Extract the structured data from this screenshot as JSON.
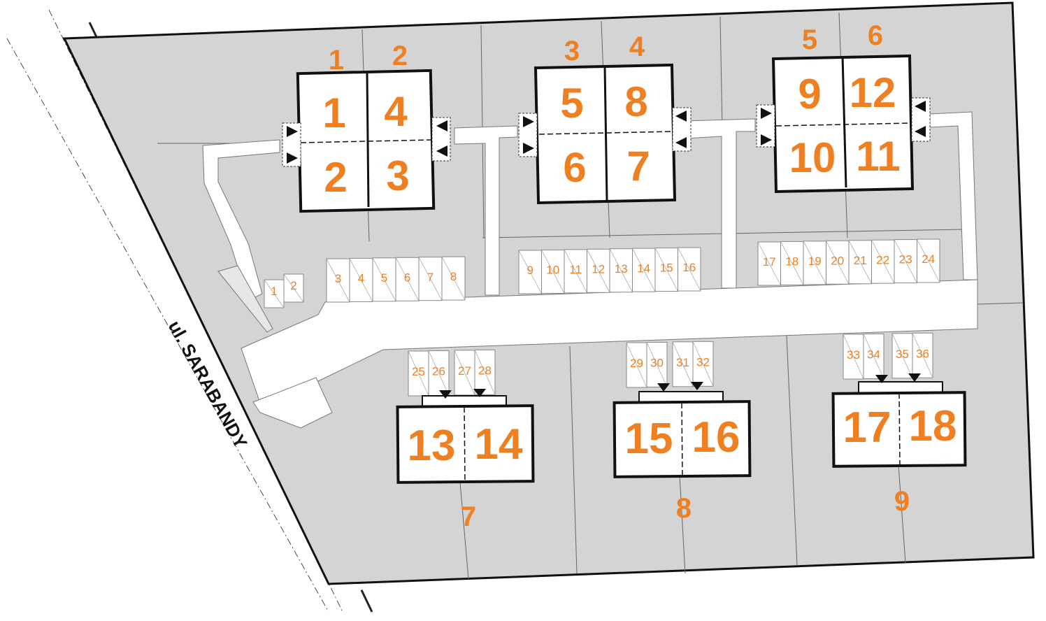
{
  "street": {
    "name": "ul. SARABANDY"
  },
  "plots": [
    "1",
    "2",
    "3",
    "4",
    "5",
    "6",
    "7",
    "8",
    "9"
  ],
  "buildings": [
    {
      "units": [
        "1",
        "4",
        "2",
        "3"
      ]
    },
    {
      "units": [
        "5",
        "8",
        "6",
        "7"
      ]
    },
    {
      "units": [
        "9",
        "12",
        "10",
        "11"
      ]
    },
    {
      "units": [
        "13",
        "14"
      ]
    },
    {
      "units": [
        "15",
        "16"
      ]
    },
    {
      "units": [
        "17",
        "18"
      ]
    }
  ],
  "parking_spaces": [
    "1",
    "2",
    "3",
    "4",
    "5",
    "6",
    "7",
    "8",
    "9",
    "10",
    "11",
    "12",
    "13",
    "14",
    "15",
    "16",
    "17",
    "18",
    "19",
    "20",
    "21",
    "22",
    "23",
    "24",
    "25",
    "26",
    "27",
    "28",
    "29",
    "30",
    "31",
    "32",
    "33",
    "34",
    "35",
    "36"
  ],
  "colors": {
    "lot": "#d4d4d4",
    "accent": "#ef8022",
    "outline": "#111111",
    "paved": "#ffffff"
  }
}
